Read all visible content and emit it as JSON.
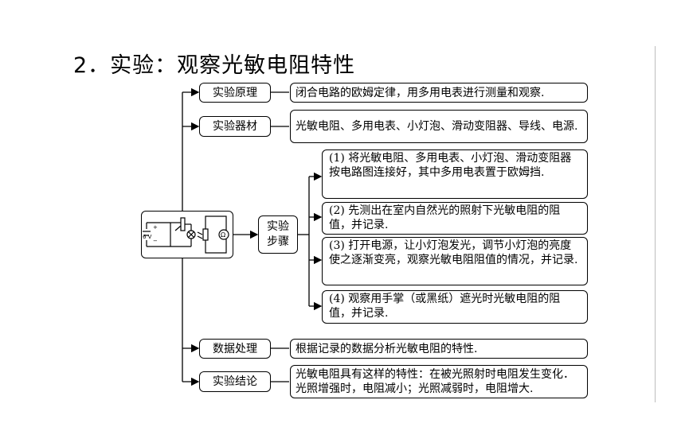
{
  "title": "2．实验：观察光敏电阻特性",
  "center": {
    "label": "实验\n步骤",
    "circuit": {
      "voltage_label": "6 V",
      "plus": "+",
      "minus": "−",
      "ohmmeter": "Ω"
    }
  },
  "branches": [
    {
      "label": "实验原理",
      "content": "闭合电路的欧姆定律，用多用电表进行测量和观察."
    },
    {
      "label": "实验器材",
      "content": "光敏电阻、多用电表、小灯泡、滑动变阻器、导线、电源."
    },
    {
      "label": "数据处理",
      "content": "根据记录的数据分析光敏电阻的特性."
    },
    {
      "label": "实验结论",
      "content": "光敏电阻具有这样的特性：在被光照射时电阻发生变化．光照增强时，电阻减小；光照减弱时，电阻增大."
    }
  ],
  "steps": [
    "(1) 将光敏电阻、多用电表、小灯泡、滑动变阻器按电路图连接好，其中多用电表置于欧姆挡.",
    "(2) 先测出在室内自然光的照射下光敏电阻的阻值，并记录.",
    "(3) 打开电源，让小灯泡发光，调节小灯泡的亮度使之逐渐变亮，观察光敏电阻阻值的情况，并记录.",
    "(4) 观察用手掌（或黑纸）遮光时光敏电阻的阻值，并记录."
  ]
}
